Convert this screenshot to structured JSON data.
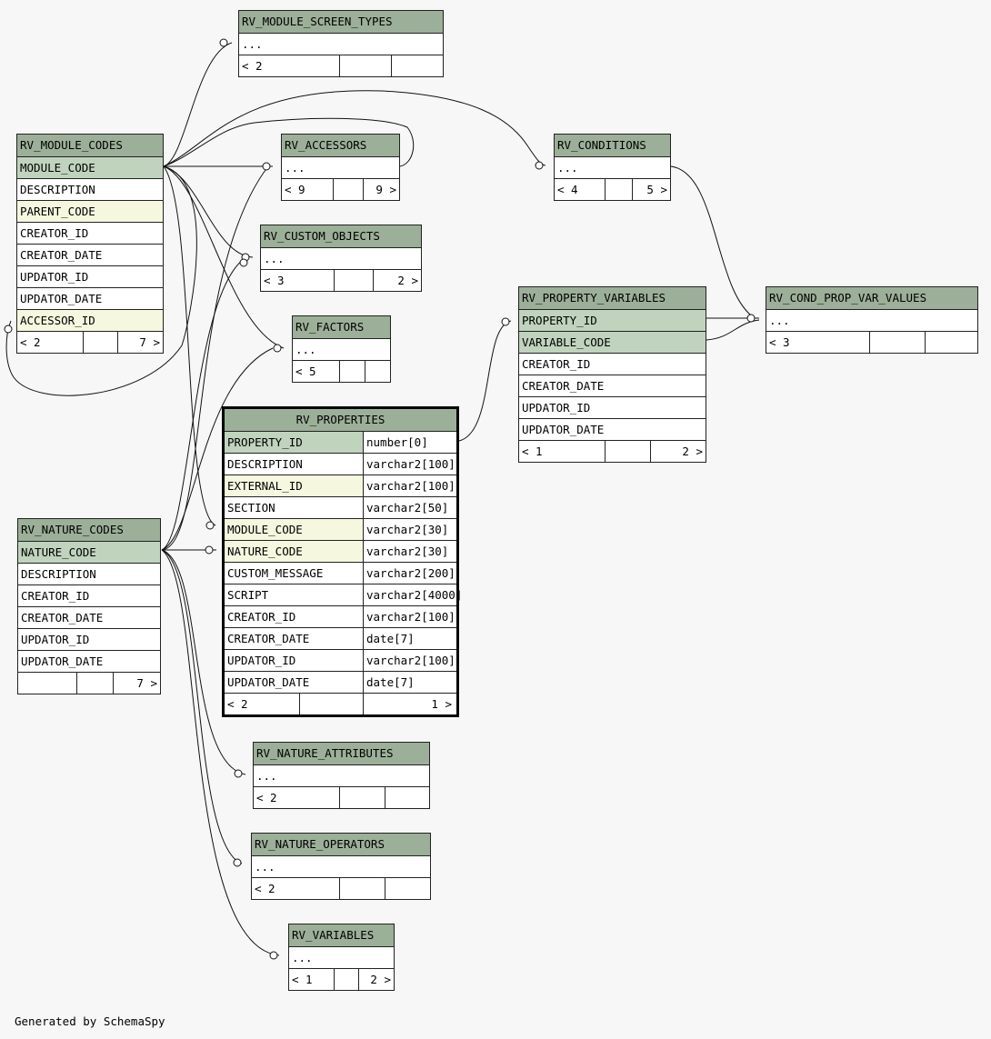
{
  "footer": "Generated by SchemaSpy",
  "tables": [
    {
      "id": "rv_module_screen_types",
      "title": "RV_MODULE_SCREEN_TYPES",
      "rows": [
        {
          "name": "..."
        }
      ],
      "footer": [
        {
          "l": "< 2",
          "r": ""
        },
        {
          "l": "",
          "r": ""
        },
        {
          "l": "",
          "r": ""
        }
      ]
    },
    {
      "id": "rv_module_codes",
      "title": "RV_MODULE_CODES",
      "rows": [
        {
          "name": "MODULE_CODE",
          "kind": "pk"
        },
        {
          "name": "DESCRIPTION"
        },
        {
          "name": "PARENT_CODE",
          "kind": "fk"
        },
        {
          "name": "CREATOR_ID"
        },
        {
          "name": "CREATOR_DATE"
        },
        {
          "name": "UPDATOR_ID"
        },
        {
          "name": "UPDATOR_DATE"
        },
        {
          "name": "ACCESSOR_ID",
          "kind": "fk"
        }
      ],
      "footer": [
        {
          "l": "< 2",
          "r": ""
        },
        {
          "l": "",
          "r": ""
        },
        {
          "l": "",
          "r": "7 >"
        }
      ]
    },
    {
      "id": "rv_accessors",
      "title": "RV_ACCESSORS",
      "rows": [
        {
          "name": "..."
        }
      ],
      "footer": [
        {
          "l": "< 9",
          "r": ""
        },
        {
          "l": "",
          "r": ""
        },
        {
          "l": "",
          "r": "9 >"
        }
      ]
    },
    {
      "id": "rv_conditions",
      "title": "RV_CONDITIONS",
      "rows": [
        {
          "name": "..."
        }
      ],
      "footer": [
        {
          "l": "< 4",
          "r": ""
        },
        {
          "l": "",
          "r": ""
        },
        {
          "l": "",
          "r": "5 >"
        }
      ]
    },
    {
      "id": "rv_custom_objects",
      "title": "RV_CUSTOM_OBJECTS",
      "rows": [
        {
          "name": "..."
        }
      ],
      "footer": [
        {
          "l": "< 3",
          "r": ""
        },
        {
          "l": "",
          "r": ""
        },
        {
          "l": "",
          "r": "2 >"
        }
      ]
    },
    {
      "id": "rv_factors",
      "title": "RV_FACTORS",
      "rows": [
        {
          "name": "..."
        }
      ],
      "footer": [
        {
          "l": "< 5",
          "r": ""
        },
        {
          "l": "",
          "r": ""
        },
        {
          "l": "",
          "r": ""
        }
      ]
    },
    {
      "id": "rv_property_variables",
      "title": "RV_PROPERTY_VARIABLES",
      "rows": [
        {
          "name": "PROPERTY_ID",
          "kind": "pk"
        },
        {
          "name": "VARIABLE_CODE",
          "kind": "pk"
        },
        {
          "name": "CREATOR_ID"
        },
        {
          "name": "CREATOR_DATE"
        },
        {
          "name": "UPDATOR_ID"
        },
        {
          "name": "UPDATOR_DATE"
        }
      ],
      "footer": [
        {
          "l": "< 1",
          "r": ""
        },
        {
          "l": "",
          "r": ""
        },
        {
          "l": "",
          "r": "2 >"
        }
      ]
    },
    {
      "id": "rv_cond_prop_var_values",
      "title": "RV_COND_PROP_VAR_VALUES",
      "rows": [
        {
          "name": "..."
        }
      ],
      "footer": [
        {
          "l": "< 3",
          "r": ""
        },
        {
          "l": "",
          "r": ""
        },
        {
          "l": "",
          "r": ""
        }
      ]
    },
    {
      "id": "rv_properties",
      "title": "RV_PROPERTIES",
      "focus": true,
      "rows": [
        {
          "name": "PROPERTY_ID",
          "type": "number[0]",
          "kind": "pk"
        },
        {
          "name": "DESCRIPTION",
          "type": "varchar2[100]"
        },
        {
          "name": "EXTERNAL_ID",
          "type": "varchar2[100]",
          "kind": "fk"
        },
        {
          "name": "SECTION",
          "type": "varchar2[50]"
        },
        {
          "name": "MODULE_CODE",
          "type": "varchar2[30]",
          "kind": "fk"
        },
        {
          "name": "NATURE_CODE",
          "type": "varchar2[30]",
          "kind": "fk"
        },
        {
          "name": "CUSTOM_MESSAGE",
          "type": "varchar2[200]"
        },
        {
          "name": "SCRIPT",
          "type": "varchar2[4000]"
        },
        {
          "name": "CREATOR_ID",
          "type": "varchar2[100]"
        },
        {
          "name": "CREATOR_DATE",
          "type": "date[7]"
        },
        {
          "name": "UPDATOR_ID",
          "type": "varchar2[100]"
        },
        {
          "name": "UPDATOR_DATE",
          "type": "date[7]"
        }
      ],
      "footer": [
        {
          "l": "< 2",
          "r": ""
        },
        {
          "l": "",
          "r": ""
        },
        {
          "l": "",
          "r": "1 >"
        }
      ]
    },
    {
      "id": "rv_nature_codes",
      "title": "RV_NATURE_CODES",
      "rows": [
        {
          "name": "NATURE_CODE",
          "kind": "pk"
        },
        {
          "name": "DESCRIPTION"
        },
        {
          "name": "CREATOR_ID"
        },
        {
          "name": "CREATOR_DATE"
        },
        {
          "name": "UPDATOR_ID"
        },
        {
          "name": "UPDATOR_DATE"
        }
      ],
      "footer": [
        {
          "l": "",
          "r": ""
        },
        {
          "l": "",
          "r": ""
        },
        {
          "l": "",
          "r": "7 >"
        }
      ]
    },
    {
      "id": "rv_nature_attributes",
      "title": "RV_NATURE_ATTRIBUTES",
      "rows": [
        {
          "name": "..."
        }
      ],
      "footer": [
        {
          "l": "< 2",
          "r": ""
        },
        {
          "l": "",
          "r": ""
        },
        {
          "l": "",
          "r": ""
        }
      ]
    },
    {
      "id": "rv_nature_operators",
      "title": "RV_NATURE_OPERATORS",
      "rows": [
        {
          "name": "..."
        }
      ],
      "footer": [
        {
          "l": "< 2",
          "r": ""
        },
        {
          "l": "",
          "r": ""
        },
        {
          "l": "",
          "r": ""
        }
      ]
    },
    {
      "id": "rv_variables",
      "title": "RV_VARIABLES",
      "rows": [
        {
          "name": "..."
        }
      ],
      "footer": [
        {
          "l": "< 1",
          "r": ""
        },
        {
          "l": "",
          "r": ""
        },
        {
          "l": "",
          "r": "2 >"
        }
      ]
    }
  ]
}
